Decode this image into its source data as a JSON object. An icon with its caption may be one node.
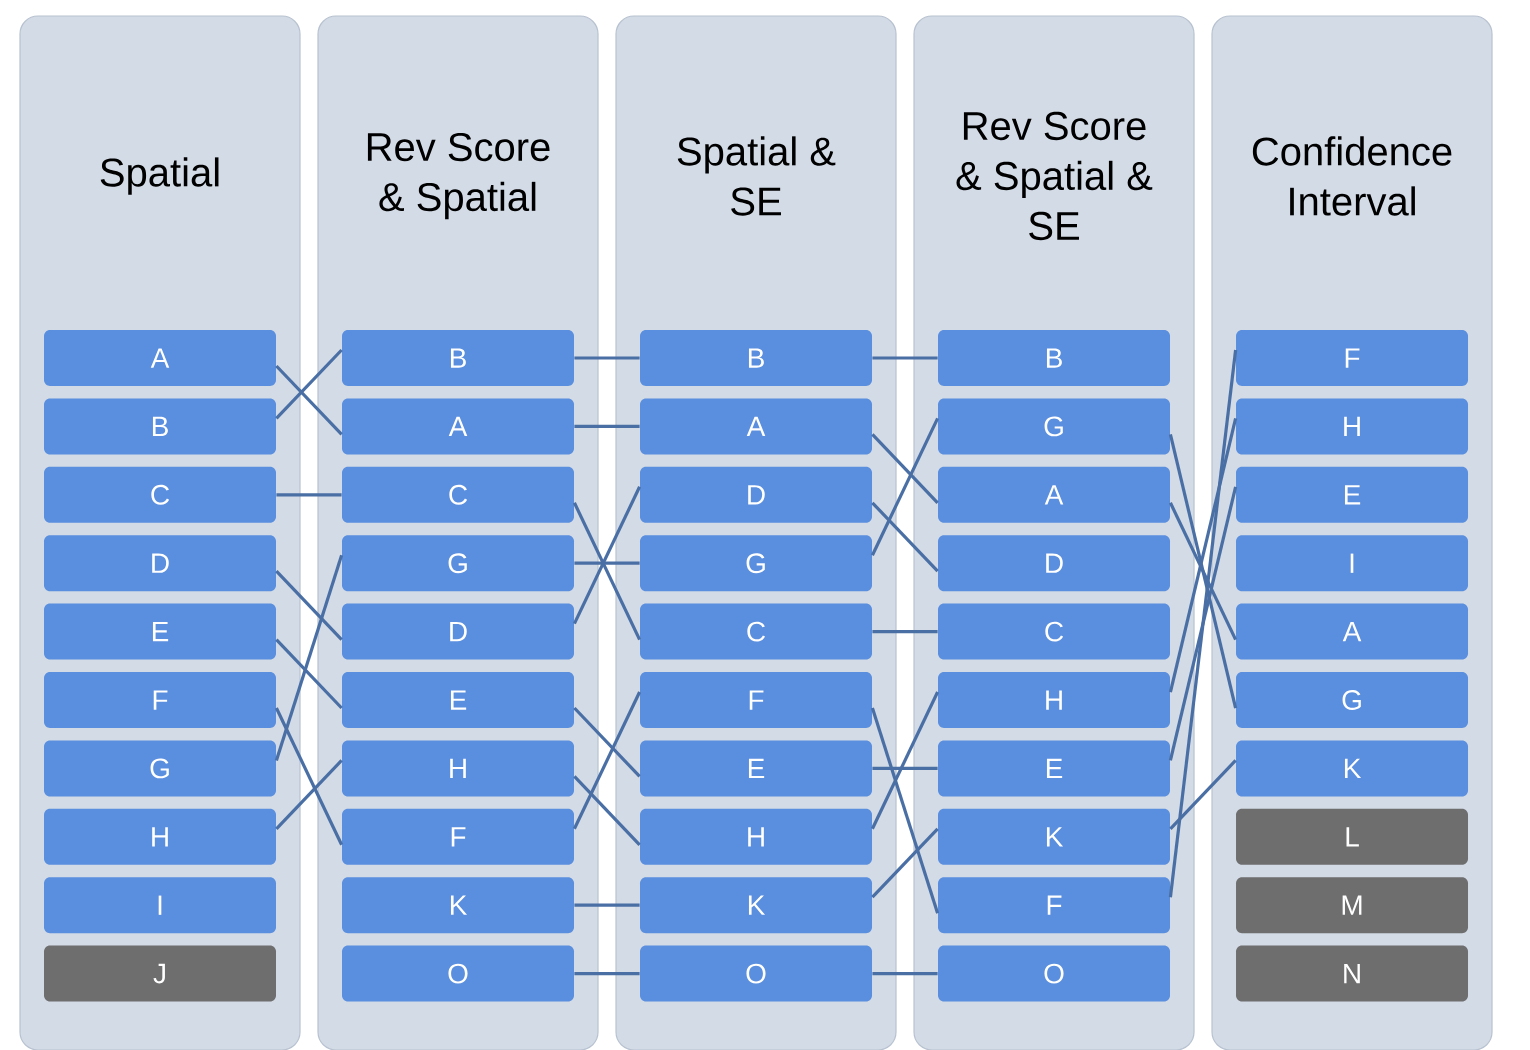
{
  "diagram": {
    "nodes": [
      {
        "text": [
          "Spatial"
        ]
      },
      {
        "text": [
          "A"
        ],
        "in": 0
      },
      {
        "text": [
          "B"
        ],
        "in": 0
      },
      {
        "text": [
          "C"
        ],
        "in": 0
      },
      {
        "text": [
          "D"
        ],
        "in": 0
      },
      {
        "text": [
          "E"
        ],
        "in": 0
      },
      {
        "text": [
          "F"
        ],
        "in": 0
      },
      {
        "text": [
          "G"
        ],
        "in": 0
      },
      {
        "text": [
          "H"
        ],
        "in": 0
      },
      {
        "text": [
          "I"
        ],
        "in": 0
      },
      {
        "text": [
          "J"
        ],
        "in": 0
      },
      {
        "text": [
          "Rev Score & Spatial"
        ]
      },
      {
        "text": [
          "B"
        ],
        "in": 11
      },
      {
        "text": [
          "A"
        ],
        "in": 11
      },
      {
        "text": [
          "C"
        ],
        "in": 11
      },
      {
        "text": [
          "G"
        ],
        "in": 11
      },
      {
        "text": [
          "D"
        ],
        "in": 11
      },
      {
        "text": [
          "E"
        ],
        "in": 11
      },
      {
        "text": [
          "H"
        ],
        "in": 11
      },
      {
        "text": [
          "F"
        ],
        "in": 11
      },
      {
        "text": [
          "K"
        ],
        "in": 11
      },
      {
        "text": [
          "O"
        ],
        "in": 11
      },
      {
        "text": [
          "Spatial & SE"
        ]
      },
      {
        "text": [
          "B"
        ],
        "in": 22
      },
      {
        "text": [
          "A"
        ],
        "in": 22
      },
      {
        "text": [
          "D"
        ],
        "in": 22
      },
      {
        "text": [
          "G"
        ],
        "in": 22
      },
      {
        "text": [
          "C"
        ],
        "in": 22
      },
      {
        "text": [
          "F"
        ],
        "in": 22
      },
      {
        "text": [
          "E"
        ],
        "in": 22
      },
      {
        "text": [
          "H"
        ],
        "in": 22
      },
      {
        "text": [
          "K"
        ],
        "in": 22
      },
      {
        "text": [
          "O"
        ],
        "in": 22
      },
      {
        "text": [
          "Rev Score & Spatial & SE"
        ]
      },
      {
        "text": [
          "B"
        ],
        "in": 33
      },
      {
        "text": [
          "G"
        ],
        "in": 33
      },
      {
        "text": [
          "A"
        ],
        "in": 33
      },
      {
        "text": [
          "D"
        ],
        "in": 33
      },
      {
        "text": [
          "C"
        ],
        "in": 33
      },
      {
        "text": [
          "H"
        ],
        "in": 33
      },
      {
        "text": [
          "E"
        ],
        "in": 33
      },
      {
        "text": [
          "K"
        ],
        "in": 33
      },
      {
        "text": [
          "F"
        ],
        "in": 33
      },
      {
        "text": [
          "O"
        ],
        "in": 33
      },
      {
        "text": [
          "Confidence Interval"
        ]
      },
      {
        "text": [
          "F"
        ],
        "in": 44
      },
      {
        "text": [
          "H"
        ],
        "in": 44
      },
      {
        "text": [
          "E"
        ],
        "in": 44
      },
      {
        "text": [
          "I"
        ],
        "in": 44
      },
      {
        "text": [
          "A"
        ],
        "in": 44
      },
      {
        "text": [
          "G"
        ],
        "in": 44
      },
      {
        "text": [
          "K"
        ],
        "in": 44
      },
      {
        "text": [
          "L"
        ],
        "in": 44
      },
      {
        "text": [
          "M"
        ],
        "in": 44
      },
      {
        "text": [
          "N"
        ],
        "in": 44
      }
    ],
    "edges": [
      {
        "from": 2,
        "to": 12,
        "arrow": "none"
      },
      {
        "from": 1,
        "to": 13,
        "arrow": "none"
      },
      {
        "from": 3,
        "to": 14,
        "arrow": "none"
      },
      {
        "from": 4,
        "to": 16,
        "arrow": "none"
      },
      {
        "from": 5,
        "to": 17,
        "arrow": "none"
      },
      {
        "from": 6,
        "to": 19,
        "arrow": "none"
      },
      {
        "from": 7,
        "to": 15,
        "arrow": "none"
      },
      {
        "from": 8,
        "to": 18,
        "arrow": "none"
      },
      {
        "from": 12,
        "to": 23,
        "arrow": "none"
      },
      {
        "from": 13,
        "to": 24,
        "arrow": "none"
      },
      {
        "from": 14,
        "to": 27,
        "arrow": "none"
      },
      {
        "from": 15,
        "to": 26,
        "arrow": "none"
      },
      {
        "from": 16,
        "to": 25,
        "arrow": "none"
      },
      {
        "from": 17,
        "to": 29,
        "arrow": "none"
      },
      {
        "from": 18,
        "to": 30,
        "arrow": "none"
      },
      {
        "from": 19,
        "to": 28,
        "arrow": "none"
      },
      {
        "from": 20,
        "to": 31,
        "arrow": "none"
      },
      {
        "from": 21,
        "to": 32,
        "arrow": "none"
      },
      {
        "from": 23,
        "to": 34,
        "arrow": "none"
      },
      {
        "from": 24,
        "to": 36,
        "arrow": "none"
      },
      {
        "from": 25,
        "to": 37,
        "arrow": "none"
      },
      {
        "from": 26,
        "to": 35,
        "arrow": "none"
      },
      {
        "from": 27,
        "to": 38,
        "arrow": "none"
      },
      {
        "from": 28,
        "to": 42,
        "arrow": "none"
      },
      {
        "from": 29,
        "to": 40,
        "arrow": "none"
      },
      {
        "from": 30,
        "to": 39,
        "arrow": "none"
      },
      {
        "from": 31,
        "to": 41,
        "arrow": "none"
      },
      {
        "from": 32,
        "to": 43,
        "arrow": "none"
      },
      {
        "from": 35,
        "to": 50,
        "arrow": "none"
      },
      {
        "from": 36,
        "to": 49,
        "arrow": "none"
      },
      {
        "from": 39,
        "to": 46,
        "arrow": "none"
      },
      {
        "from": 40,
        "to": 47,
        "arrow": "none"
      },
      {
        "from": 41,
        "to": 51,
        "arrow": "none"
      },
      {
        "from": 42,
        "to": 45,
        "arrow": "none"
      }
    ]
  }
}
